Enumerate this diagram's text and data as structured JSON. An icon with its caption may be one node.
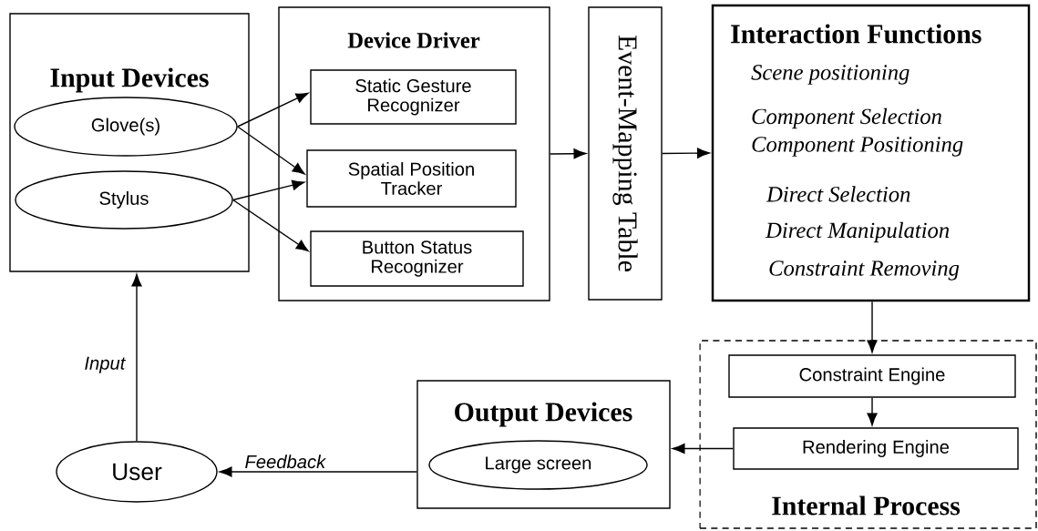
{
  "diagram": {
    "nodes": [
      {
        "text": [
          "Input Devices"
        ]
      },
      {
        "text": [
          "Glove(s)"
        ],
        "in": 0
      },
      {
        "text": [
          "Stylus"
        ],
        "in": 0
      },
      {
        "text": [
          "Device Driver"
        ]
      },
      {
        "text": [
          "Static Gesture Recognizer"
        ],
        "in": 3
      },
      {
        "text": [
          "Spatial Position Tracker"
        ],
        "in": 3
      },
      {
        "text": [
          "Button Status Recognizer"
        ],
        "in": 3
      },
      {
        "text": [
          "Event-Mapping Table"
        ]
      },
      {
        "text": [
          "Interaction Functions",
          "Scene positioning",
          "Component Selection",
          "Component Positioning",
          "Direct Selection",
          "Direct Manipulation",
          "Constraint Removing"
        ]
      },
      {
        "text": [
          "Internal Process"
        ]
      },
      {
        "text": [
          "Constraint Engine"
        ],
        "in": 9
      },
      {
        "text": [
          "Rendering Engine"
        ],
        "in": 9
      },
      {
        "text": [
          "Output Devices"
        ]
      },
      {
        "text": [
          "Large screen"
        ],
        "in": 12
      },
      {
        "text": [
          "User"
        ]
      }
    ],
    "edges": [
      {
        "from": 1,
        "to": 4,
        "arrow": "to"
      },
      {
        "from": 1,
        "to": 5,
        "arrow": "to"
      },
      {
        "from": 2,
        "to": 5,
        "arrow": "to"
      },
      {
        "from": 2,
        "to": 6,
        "arrow": "to"
      },
      {
        "from": 3,
        "to": 7,
        "arrow": "to"
      },
      {
        "from": 7,
        "to": 8,
        "arrow": "to"
      },
      {
        "from": 8,
        "to": 10,
        "arrow": "to"
      },
      {
        "from": 10,
        "to": 11,
        "arrow": "to"
      },
      {
        "from": 11,
        "to": 12,
        "arrow": "to"
      },
      {
        "from": 12,
        "to": 14,
        "arrow": "to",
        "label": "Feedback"
      },
      {
        "from": 14,
        "to": 0,
        "arrow": "to",
        "label": "Input"
      }
    ]
  }
}
